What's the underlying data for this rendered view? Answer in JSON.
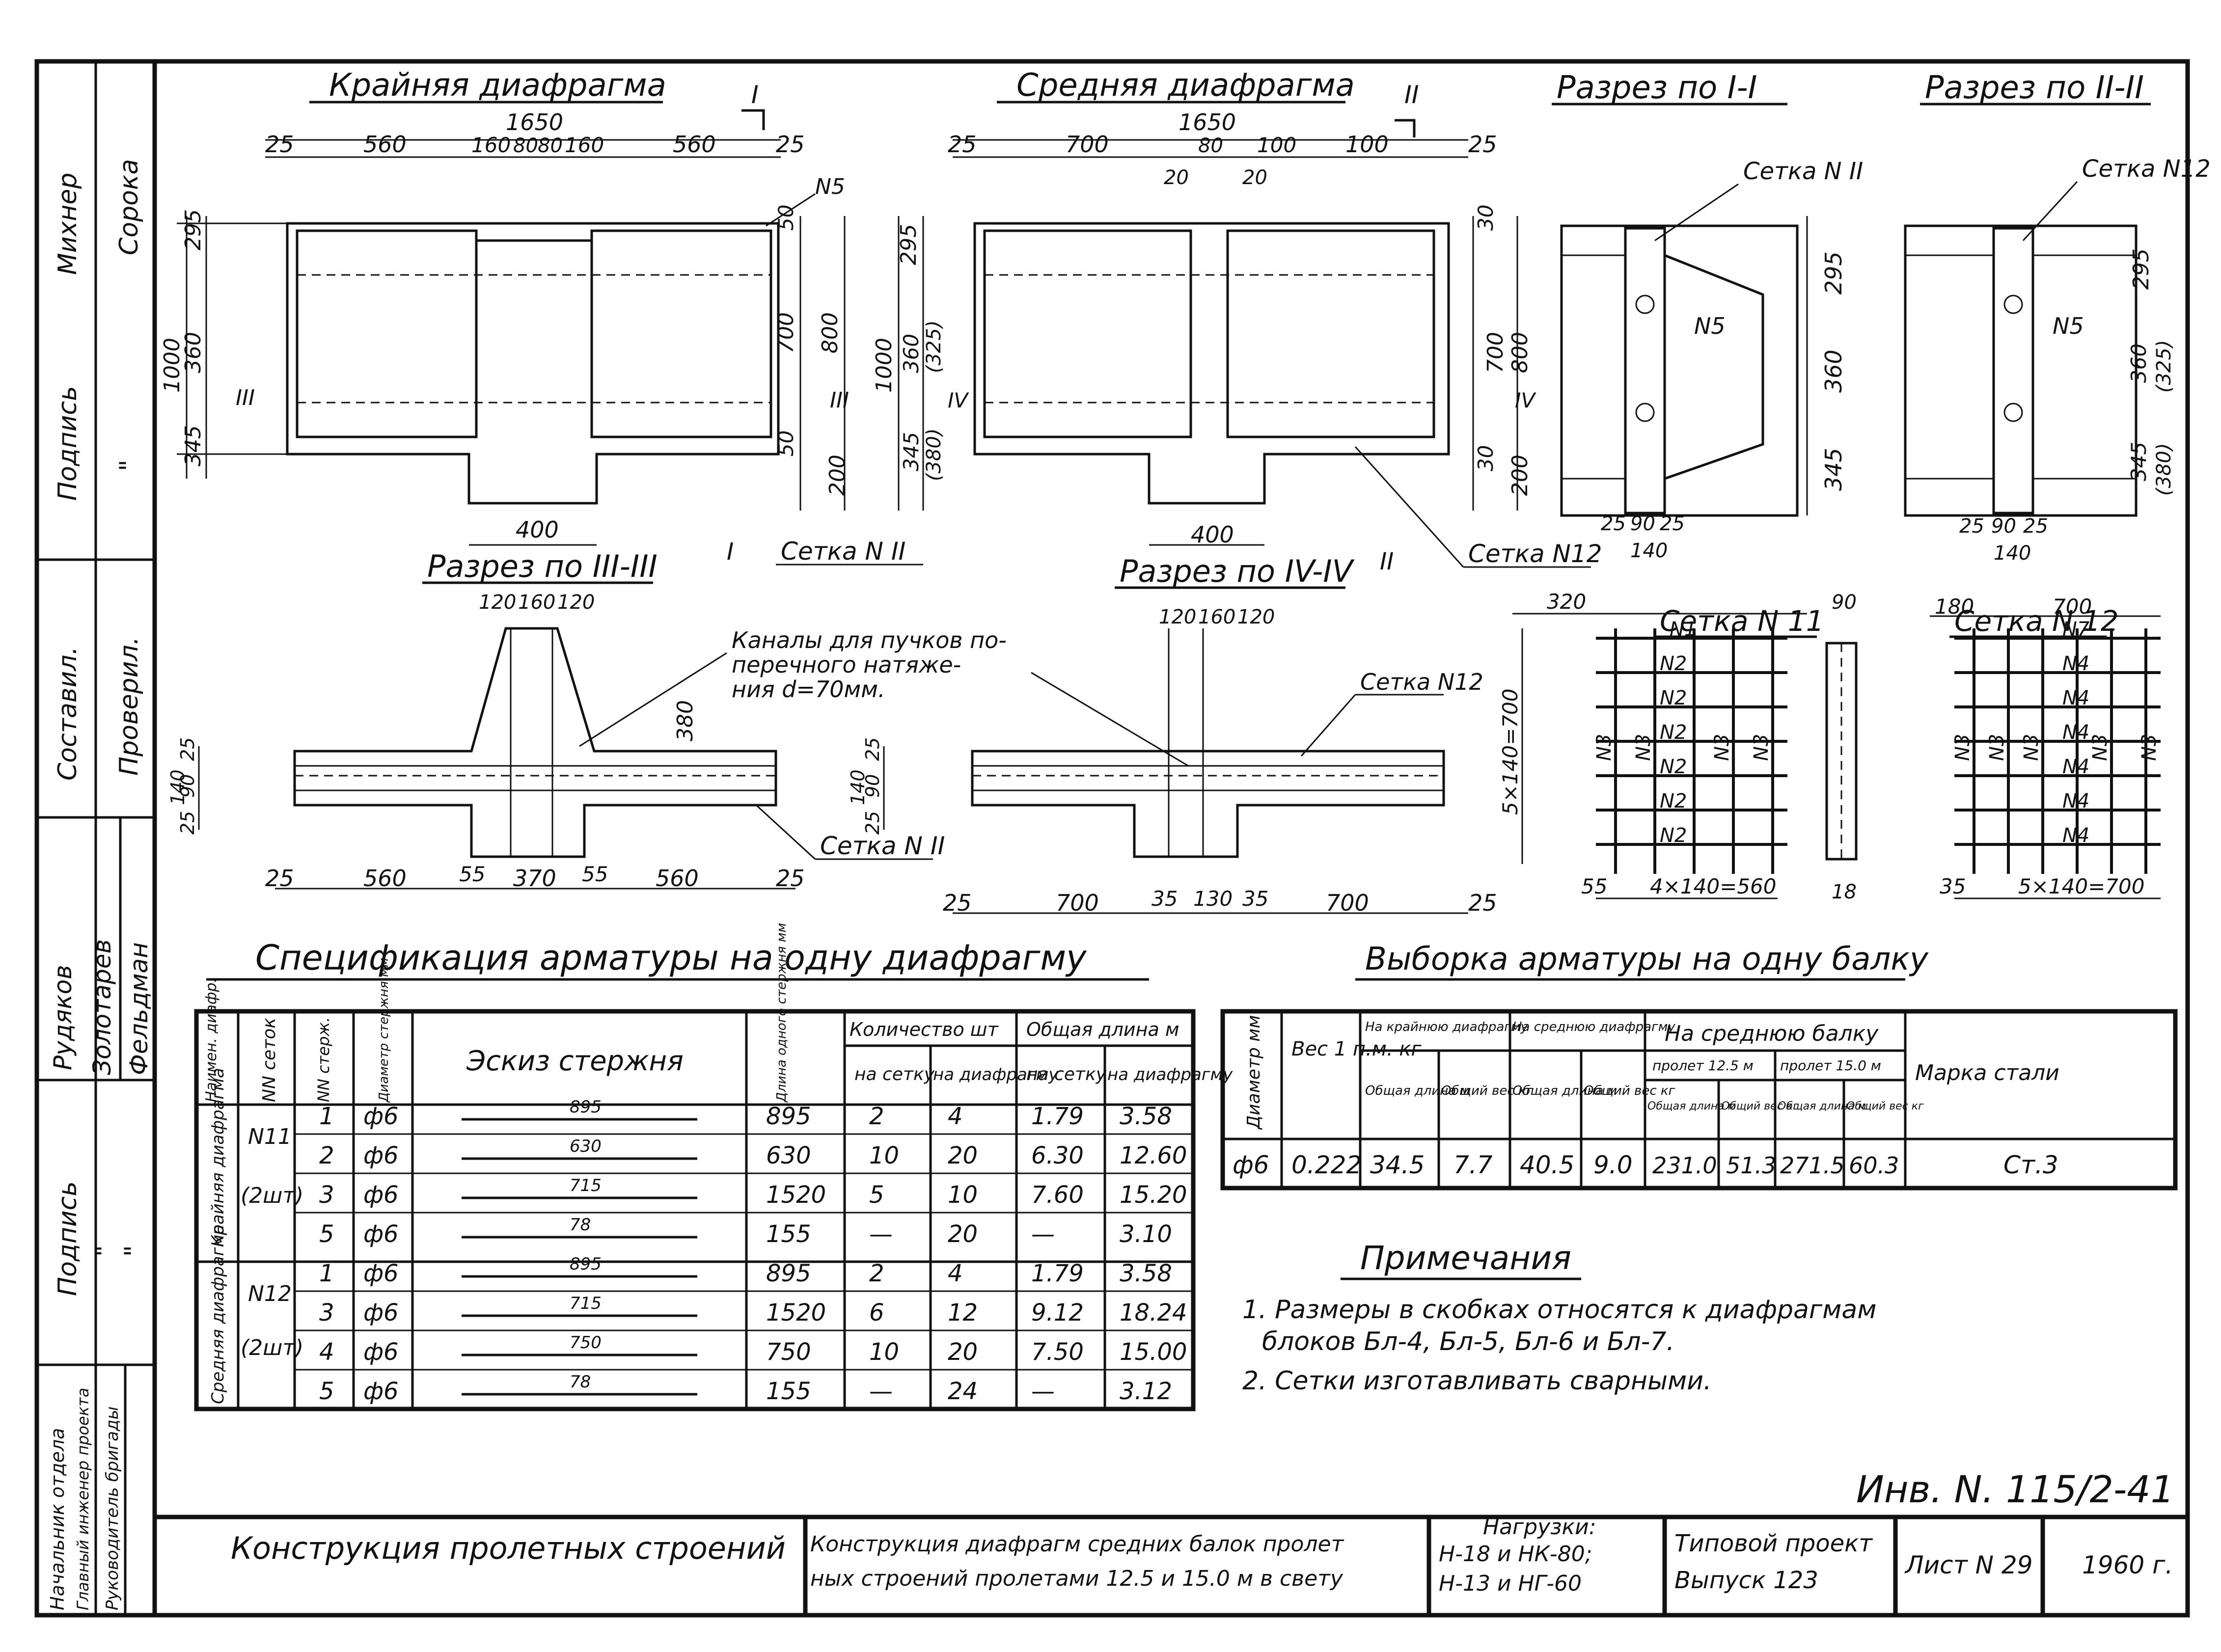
{
  "drawing": {
    "views": {
      "edge_diaphragm": "Крайняя диафрагма",
      "middle_diaphragm": "Средняя диафрагма",
      "section_1": "Разрез по I-I",
      "section_2": "Разрез по II-II",
      "section_3": "Разрез по III-III",
      "section_4": "Разрез по IV-IV",
      "mesh_11": "Сетка N 11",
      "mesh_12": "Сетка N 12"
    },
    "labels": {
      "mesh11": "Сетка N II",
      "mesh12": "Сетка N12",
      "n5": "N5",
      "n1": "N1",
      "n2": "N2",
      "n3": "N3",
      "n4": "N4",
      "n7": "N7",
      "channels_1": "Каналы для пучков по-",
      "channels_2": "перечного натяже-",
      "channels_3": "ния d=70мм.",
      "mark_1": "I",
      "mark_2": "II",
      "mark_3": "III",
      "mark_4": "IV"
    },
    "dims": {
      "d1650": "1650",
      "d560": "560",
      "d160": "160",
      "d80": "80",
      "d25": "25",
      "d700": "700",
      "d100": "100",
      "d20": "20",
      "d400": "400",
      "d295": "295",
      "d360": "360",
      "d345": "345",
      "d1000": "1000",
      "d800": "800",
      "d200": "200",
      "d50": "50",
      "d30": "30",
      "d325": "(325)",
      "d380p": "(380)",
      "d380": "380",
      "d120": "120",
      "d140": "140",
      "d90": "90",
      "d370": "370",
      "d55": "55",
      "d35": "35",
      "d130": "130",
      "d320": "320",
      "d180": "180",
      "d18": "18",
      "d5x140": "5×140=700",
      "d4x140": "4×140=560",
      "d5x140v": "5×140=700"
    }
  },
  "spec": {
    "title": "Спецификация арматуры на одну диафрагму",
    "headers": {
      "name": "Наимен. диафр.",
      "mesh": "NN сеток",
      "rod": "NN стерж.",
      "dia": "Диаметр стержня мм",
      "sketch": "Эскиз стержня",
      "len": "Длина одного стержня мм",
      "qty": "Количество шт",
      "total": "Общая длина м",
      "per_mesh": "на сетку",
      "per_diaph": "на диафрагму"
    },
    "groups": [
      "Крайняя диафрагма",
      "Средняя диафрагма"
    ],
    "mesh_labels": [
      "N11",
      "(2шт)",
      "N12",
      "(2шт)"
    ],
    "rows": [
      {
        "rod": "1",
        "dia": "ф6",
        "sketch": "895",
        "len": "895",
        "q1": "2",
        "q2": "4",
        "l1": "1.79",
        "l2": "3.58"
      },
      {
        "rod": "2",
        "dia": "ф6",
        "sketch": "630",
        "len": "630",
        "q1": "10",
        "q2": "20",
        "l1": "6.30",
        "l2": "12.60"
      },
      {
        "rod": "3",
        "dia": "ф6",
        "sketch": "715",
        "len": "1520",
        "q1": "5",
        "q2": "10",
        "l1": "7.60",
        "l2": "15.20"
      },
      {
        "rod": "5",
        "dia": "ф6",
        "sketch": "78",
        "len": "155",
        "q1": "—",
        "q2": "20",
        "l1": "—",
        "l2": "3.10"
      },
      {
        "rod": "1",
        "dia": "ф6",
        "sketch": "895",
        "len": "895",
        "q1": "2",
        "q2": "4",
        "l1": "1.79",
        "l2": "3.58"
      },
      {
        "rod": "3",
        "dia": "ф6",
        "sketch": "715",
        "len": "1520",
        "q1": "6",
        "q2": "12",
        "l1": "9.12",
        "l2": "18.24"
      },
      {
        "rod": "4",
        "dia": "ф6",
        "sketch": "750",
        "len": "750",
        "q1": "10",
        "q2": "20",
        "l1": "7.50",
        "l2": "15.00"
      },
      {
        "rod": "5",
        "dia": "ф6",
        "sketch": "78",
        "len": "155",
        "q1": "—",
        "q2": "24",
        "l1": "—",
        "l2": "3.12"
      }
    ]
  },
  "selection": {
    "title": "Выборка арматуры на одну балку",
    "headers": {
      "dia": "Диаметр мм",
      "weight": "Вес 1 п.м. кг",
      "edge": "На крайнюю диафрагму",
      "middle": "На среднюю диафрагму",
      "beam": "На среднюю балку",
      "span125": "пролет 12.5 м",
      "span15": "пролет 15.0 м",
      "mark": "Марка стали",
      "tlen": "Общая длина м",
      "twt": "Общий вес кг"
    },
    "row": {
      "dia": "ф6",
      "weight": "0.222",
      "e_len": "34.5",
      "e_wt": "7.7",
      "m_len": "40.5",
      "m_wt": "9.0",
      "s1_len": "231.0",
      "s1_wt": "51.3",
      "s2_len": "271.5",
      "s2_wt": "60.3",
      "mark": "Ст.3"
    }
  },
  "notes": {
    "title": "Примечания",
    "line1": "1. Размеры в скобках относятся к диафрагмам",
    "line2": "блоков Бл-4, Бл-5, Бл-6 и Бл-7.",
    "line3": "2. Сетки изготавливать сварными."
  },
  "inventory": "Инв. N. 115/2-41",
  "left_stamp": {
    "mikhner": "Михнер",
    "soroka": "Сорока",
    "podpis1": "Подпись",
    "quote1": "\"",
    "sostavil": "Составил.",
    "proveril": "Проверил.",
    "rudyakov": "Рудяков",
    "zolotarev": "Золотарев",
    "feldman": "Фельдман",
    "podpis2": "Подпись",
    "quote2": "\"",
    "quote3": "\"",
    "nach": "Начальник отдела",
    "glav": "Главный инженер проекта",
    "ruk": "Руководитель бригады"
  },
  "title_block": {
    "section": "Конструкция пролетных строений",
    "desc1": "Конструкция диафрагм средних балок пролет",
    "desc2": "ных строений пролетами 12.5 и 15.0 м в свету",
    "loads_title": "Нагрузки:",
    "loads1": "Н-18 и НК-80;",
    "loads2": "Н-13 и НГ-60",
    "project1": "Типовой проект",
    "project2": "Выпуск 123",
    "sheet": "Лист N 29",
    "year": "1960 г."
  }
}
